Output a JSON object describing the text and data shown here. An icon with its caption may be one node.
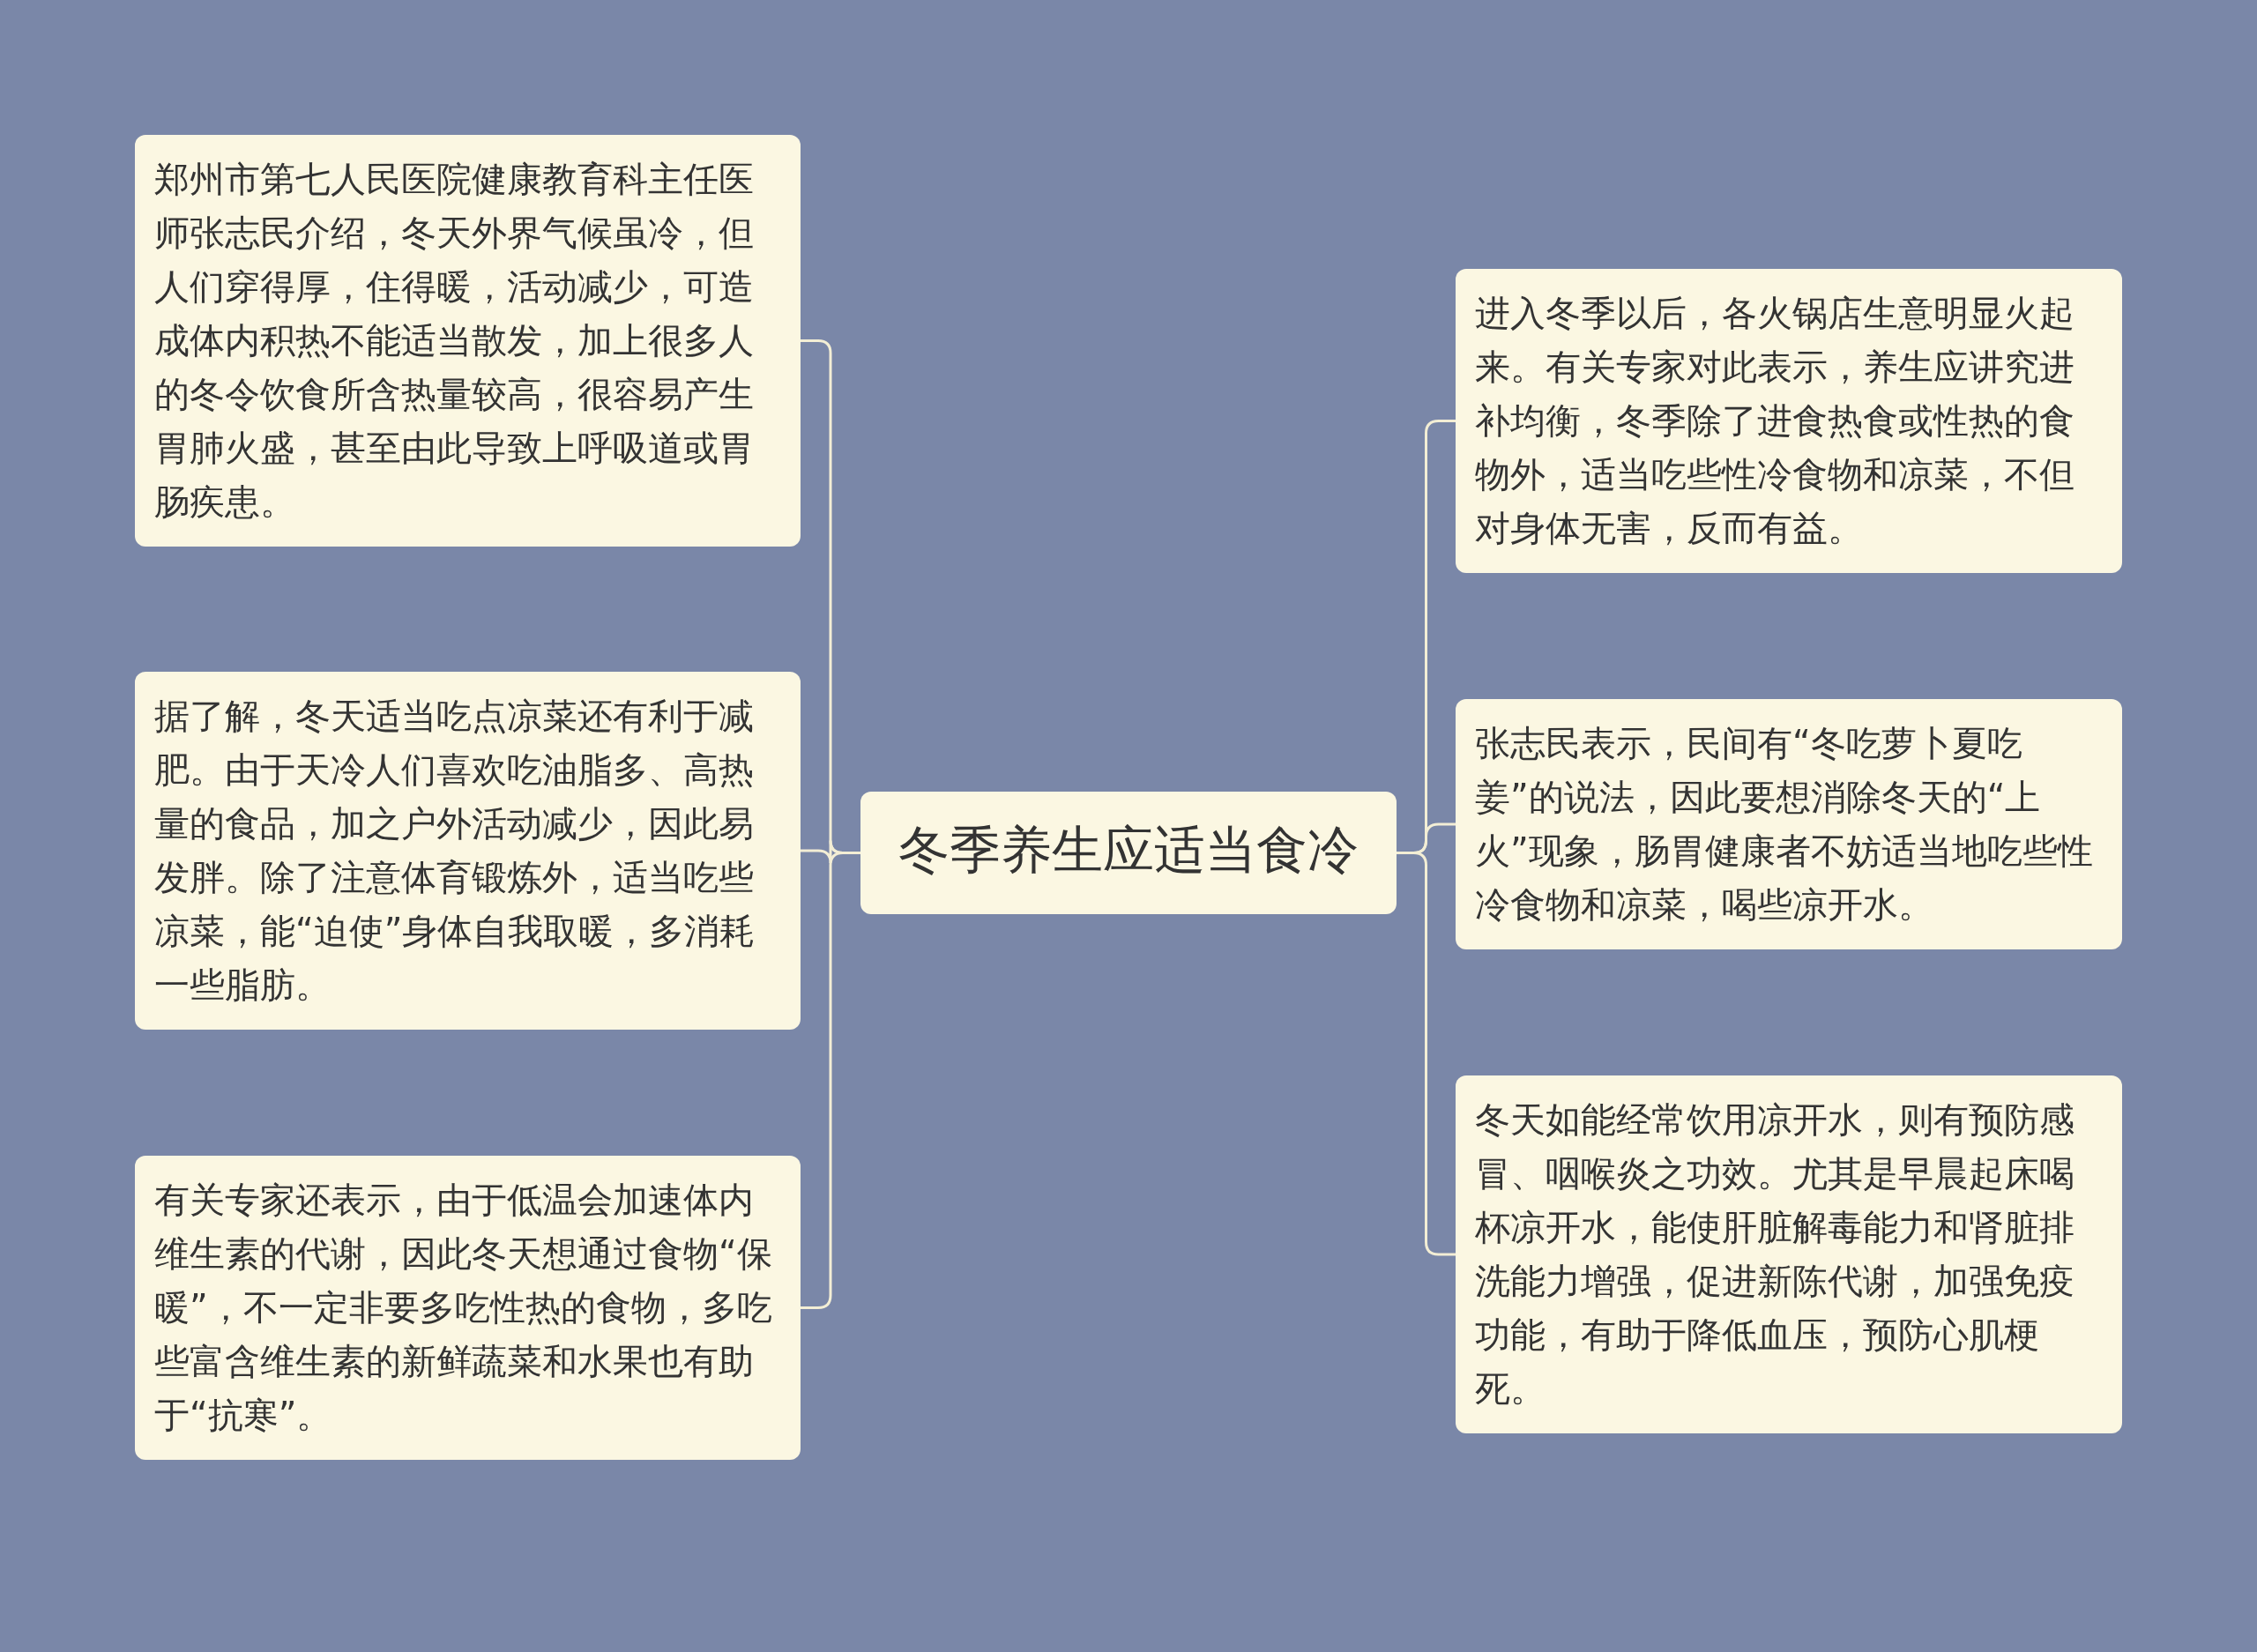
{
  "diagram": {
    "nodes": [
      {
        "text": [
          "冬季养生应适当食冷"
        ]
      },
      {
        "text": [
          "郑州市第七人民医院健康教育科主任医师张志民介绍，冬天外界气候虽冷，但人们穿得厚，住得暖，活动减少，可造成体内积热不能适当散发，加上很多人的冬令饮食所含热量较高，很容易产生胃肺火盛，甚至由此导致上呼吸道或胃肠疾患。"
        ]
      },
      {
        "text": [
          "据了解，冬天适当吃点凉菜还有利于减肥。由于天冷人们喜欢吃油脂多、高热量的食品，加之户外活动减少，因此易发胖。除了注意体育锻炼外，适当吃些凉菜，能“迫使”身体自我取暖，多消耗一些脂肪。"
        ]
      },
      {
        "text": [
          "有关专家还表示，由于低温会加速体内维生素的代谢，因此冬天想通过食物“保暖”，不一定非要多吃性热的食物，多吃些富含维生素的新鲜蔬菜和水果也有助于“抗寒”。"
        ]
      },
      {
        "text": [
          "进入冬季以后，各火锅店生意明显火起来。有关专家对此表示，养生应讲究进补均衡，冬季除了进食热食或性热的食物外，适当吃些性冷食物和凉菜，不但对身体无害，反而有益。"
        ]
      },
      {
        "text": [
          "张志民表示，民间有“冬吃萝卜夏吃姜”的说法，因此要想消除冬天的“上火”现象，肠胃健康者不妨适当地吃些性冷食物和凉菜，喝些凉开水。"
        ]
      },
      {
        "text": [
          "冬天如能经常饮用凉开水，则有预防感冒、咽喉炎之功效。尤其是早晨起床喝杯凉开水，能使肝脏解毒能力和肾脏排洗能力增强，促进新陈代谢，加强免疫功能，有助于降低血压，预防心肌梗死。"
        ]
      }
    ],
    "edges": [
      {
        "from": 0,
        "to": 1,
        "arrow": "none"
      },
      {
        "from": 0,
        "to": 2,
        "arrow": "none"
      },
      {
        "from": 0,
        "to": 3,
        "arrow": "none"
      },
      {
        "from": 0,
        "to": 4,
        "arrow": "none"
      },
      {
        "from": 0,
        "to": 5,
        "arrow": "none"
      },
      {
        "from": 0,
        "to": 6,
        "arrow": "none"
      }
    ]
  }
}
